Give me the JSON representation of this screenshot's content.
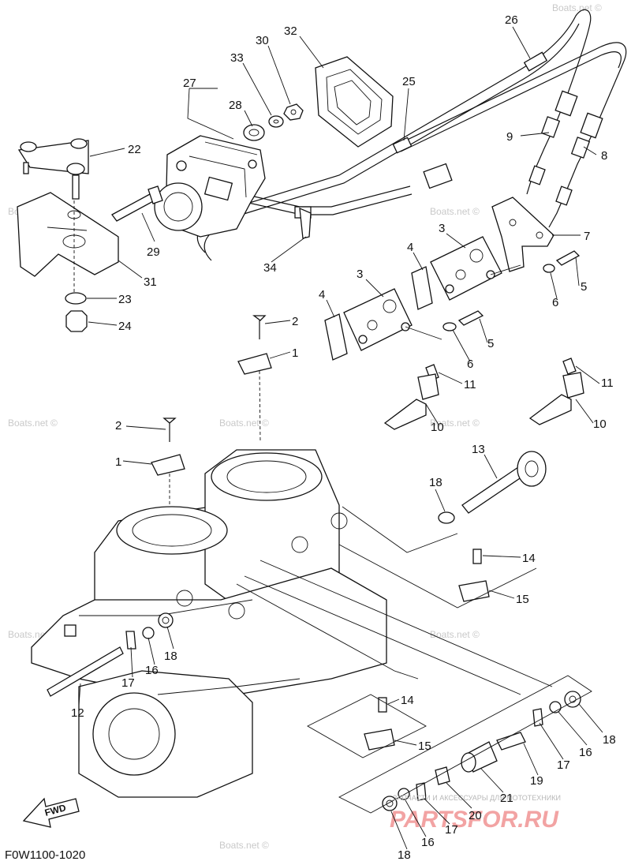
{
  "diagram": {
    "code": "F0W1100-1020",
    "fwd": "FWD",
    "watermark": "Boats.net ©",
    "brand": {
      "tagline": "ЗАПЧАСТИ И АКСЕССУАРЫ ДЛЯ МОТОТЕХНИКИ",
      "name": "PARTSFOR.RU"
    },
    "labels": [
      {
        "id": "p26",
        "text": "26"
      },
      {
        "id": "p32",
        "text": "32"
      },
      {
        "id": "p30",
        "text": "30"
      },
      {
        "id": "p33",
        "text": "33"
      },
      {
        "id": "p27",
        "text": "27"
      },
      {
        "id": "p28",
        "text": "28"
      },
      {
        "id": "p25",
        "text": "25"
      },
      {
        "id": "p22",
        "text": "22"
      },
      {
        "id": "p9",
        "text": "9"
      },
      {
        "id": "p8",
        "text": "8"
      },
      {
        "id": "p29",
        "text": "29"
      },
      {
        "id": "p34",
        "text": "34"
      },
      {
        "id": "p7",
        "text": "7"
      },
      {
        "id": "p31",
        "text": "31"
      },
      {
        "id": "p3a",
        "text": "3"
      },
      {
        "id": "p4a",
        "text": "4"
      },
      {
        "id": "p5a",
        "text": "5"
      },
      {
        "id": "p6a",
        "text": "6"
      },
      {
        "id": "p23",
        "text": "23"
      },
      {
        "id": "p24",
        "text": "24"
      },
      {
        "id": "p3b",
        "text": "3"
      },
      {
        "id": "p4b",
        "text": "4"
      },
      {
        "id": "p2a",
        "text": "2"
      },
      {
        "id": "p1a",
        "text": "1"
      },
      {
        "id": "p5b",
        "text": "5"
      },
      {
        "id": "p6b",
        "text": "6"
      },
      {
        "id": "p11a",
        "text": "11"
      },
      {
        "id": "p11b",
        "text": "11"
      },
      {
        "id": "p10a",
        "text": "10"
      },
      {
        "id": "p10b",
        "text": "10"
      },
      {
        "id": "p2b",
        "text": "2"
      },
      {
        "id": "p1b",
        "text": "1"
      },
      {
        "id": "p13",
        "text": "13"
      },
      {
        "id": "p18a",
        "text": "18"
      },
      {
        "id": "p14a",
        "text": "14"
      },
      {
        "id": "p15a",
        "text": "15"
      },
      {
        "id": "p17a",
        "text": "17"
      },
      {
        "id": "p16a",
        "text": "16"
      },
      {
        "id": "p18b",
        "text": "18"
      },
      {
        "id": "p12",
        "text": "12"
      },
      {
        "id": "p14b",
        "text": "14"
      },
      {
        "id": "p15b",
        "text": "15"
      },
      {
        "id": "p18c",
        "text": "18"
      },
      {
        "id": "p16b",
        "text": "16"
      },
      {
        "id": "p17b",
        "text": "17"
      },
      {
        "id": "p19",
        "text": "19"
      },
      {
        "id": "p21",
        "text": "21"
      },
      {
        "id": "p20",
        "text": "20"
      },
      {
        "id": "p17c",
        "text": "17"
      },
      {
        "id": "p16c",
        "text": "16"
      },
      {
        "id": "p18d",
        "text": "18"
      }
    ]
  }
}
